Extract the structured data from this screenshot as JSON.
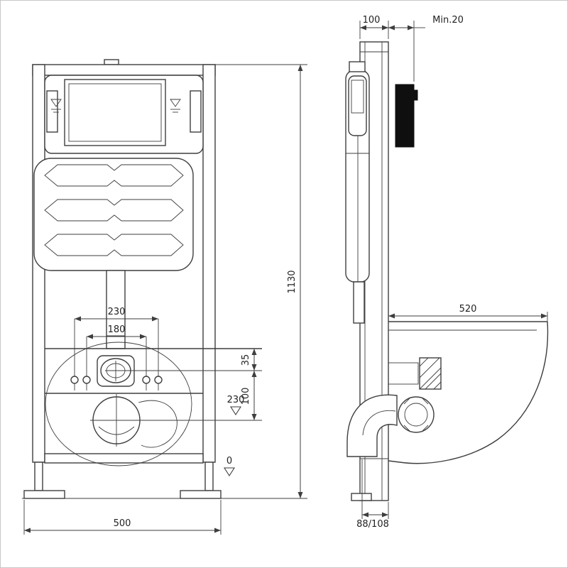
{
  "colors": {
    "line": "#3e3e3e",
    "text": "#222222",
    "wall_plate": "#0f0f0f",
    "background": "#ffffff"
  },
  "front_view": {
    "dim_bolt_outer": "230",
    "dim_bolt_inner": "180",
    "dim_inlet_drop": "35",
    "dim_inlet_to_outlet": "100",
    "level_outlet": "230",
    "level_floor": "0",
    "dim_height": "1130",
    "dim_width": "500"
  },
  "side_view": {
    "dim_depth": "100",
    "dim_min_clearance": "Min.20",
    "dim_projection": "520",
    "dim_outlet_pipe": "88/108"
  }
}
